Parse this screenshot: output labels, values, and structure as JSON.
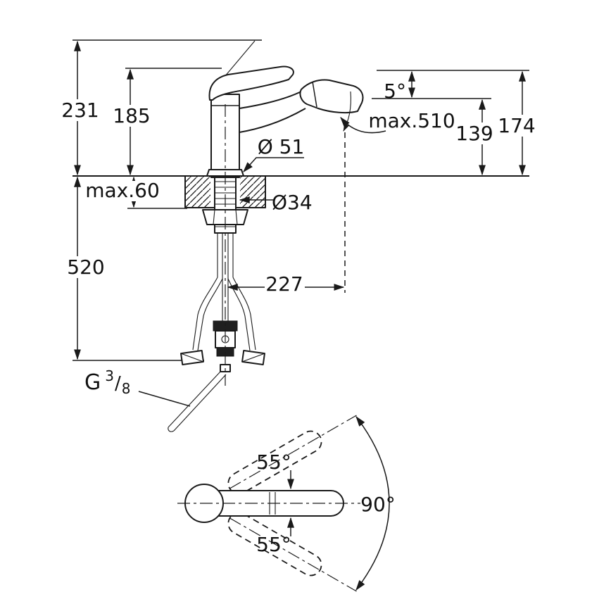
{
  "colors": {
    "background": "#ffffff",
    "line": "#1a1a1a"
  },
  "side_view": {
    "total_height": "231",
    "lever_height": "185",
    "spout_tilt_angle": "5°",
    "pullout_length": "max.510",
    "outlet_height": "139",
    "spout_height": "174",
    "base_diameter": "Ø 51",
    "max_deck_thickness": "max.60",
    "hole_diameter": "Ø34",
    "hose_length": "520",
    "spout_reach": "227",
    "thread": {
      "prefix": "G",
      "numerator": "3",
      "slash": "/",
      "denominator": "8"
    }
  },
  "top_view": {
    "swivel_upper": "55°",
    "swivel_total": "90°",
    "swivel_lower": "55°"
  }
}
